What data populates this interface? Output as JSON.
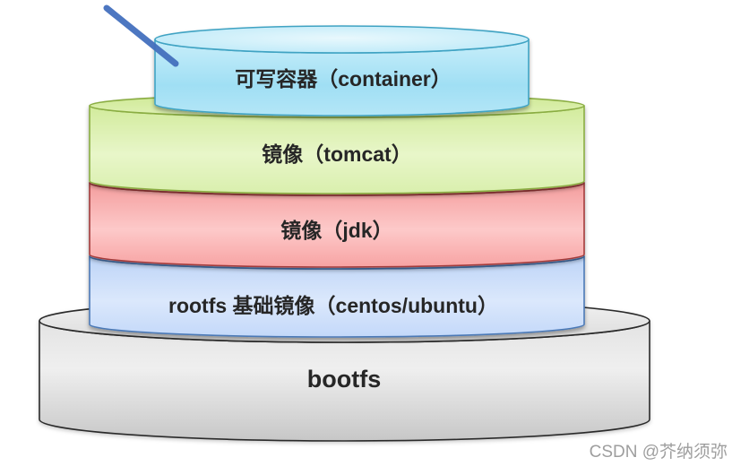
{
  "diagram": {
    "description": "Docker image layer stack diagram",
    "label_color": "#262626",
    "pointer_color": "#4470be",
    "layers": [
      {
        "id": "container",
        "label": "可写容器（container）",
        "body_color": "#aee5f6",
        "top_color": "#c9effa",
        "border_color": "#3fa3c3"
      },
      {
        "id": "tomcat",
        "label": "镜像（tomcat）",
        "body_color": "#dff1b6",
        "top_color": "#d5eda2",
        "border_color": "#8aad42"
      },
      {
        "id": "jdk",
        "label": "镜像（jdk）",
        "body_color": "#fbb6b6",
        "top_color": "#f5a3a3",
        "border_color": "#a33b3b"
      },
      {
        "id": "rootfs",
        "label": "rootfs 基础镜像（centos/ubuntu）",
        "body_color": "#ccdefa",
        "top_color": "#c2d6f8",
        "border_color": "#4b79b6"
      },
      {
        "id": "bootfs",
        "label": "bootfs",
        "body_color": "#dcdcdc",
        "top_color": "#e9e9e9",
        "border_color": "#2a2a2a"
      }
    ]
  },
  "watermark": {
    "text": "CSDN @芥纳须弥",
    "color": "#9e9e9e"
  }
}
